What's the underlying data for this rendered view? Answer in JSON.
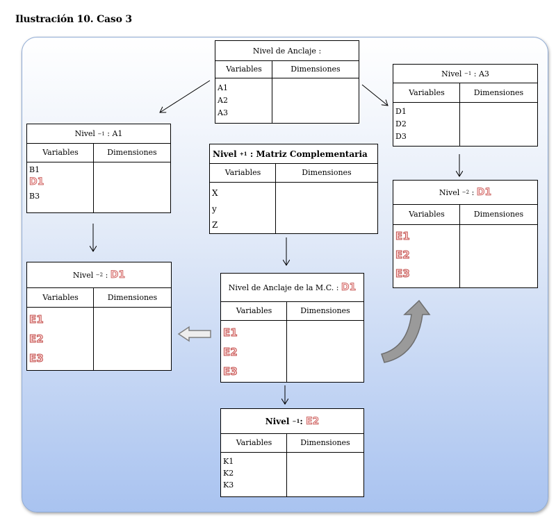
{
  "caption": "Ilustración 10. Caso 3",
  "columns": {
    "variables": "Variables",
    "dimensiones": "Dimensiones"
  },
  "anclaje": {
    "title": "Nivel de Anclaje :",
    "items": [
      "A1",
      "A2",
      "A3"
    ]
  },
  "a1": {
    "title_pre": "Nivel",
    "title_sub": "−1",
    "title_post": ":  A1",
    "items": [
      "B1",
      "D1",
      "B3"
    ]
  },
  "a3": {
    "title_pre": "Nivel",
    "title_sub": "−1",
    "title_post": ": A3",
    "items": [
      "D1",
      "D2",
      "D3"
    ]
  },
  "mc": {
    "title_pre": "Nivel",
    "title_sub": "+1",
    "title_post": ": Matriz Complementaria",
    "items": [
      "X",
      "y",
      "Z"
    ]
  },
  "left2": {
    "title_pre": "Nivel",
    "title_sub": "−2",
    "title_post": ":",
    "title_red": "D1",
    "items": [
      "E1",
      "E2",
      "E3"
    ]
  },
  "right2": {
    "title_pre": "Nivel",
    "title_sub": "−2",
    "title_post": ":",
    "title_red": "D1",
    "items": [
      "E1",
      "E2",
      "E3"
    ]
  },
  "anclaje_mc": {
    "title_pre": "Nivel de Anclaje de la M.C. :",
    "title_red": "D1",
    "items": [
      "E1",
      "E2",
      "E3"
    ]
  },
  "bottom": {
    "title_pre": "Nivel",
    "title_sub": "−1",
    "title_post": ":",
    "title_red": "E2",
    "items": [
      "K1",
      "K2",
      "K3"
    ]
  },
  "colors": {
    "panel_top": "#ffffff",
    "panel_bottom": "#a9c3f0",
    "highlight_fill": "#ffd9d9",
    "highlight_stroke": "#c0504d",
    "block_arrow": "#9a9a9a"
  }
}
